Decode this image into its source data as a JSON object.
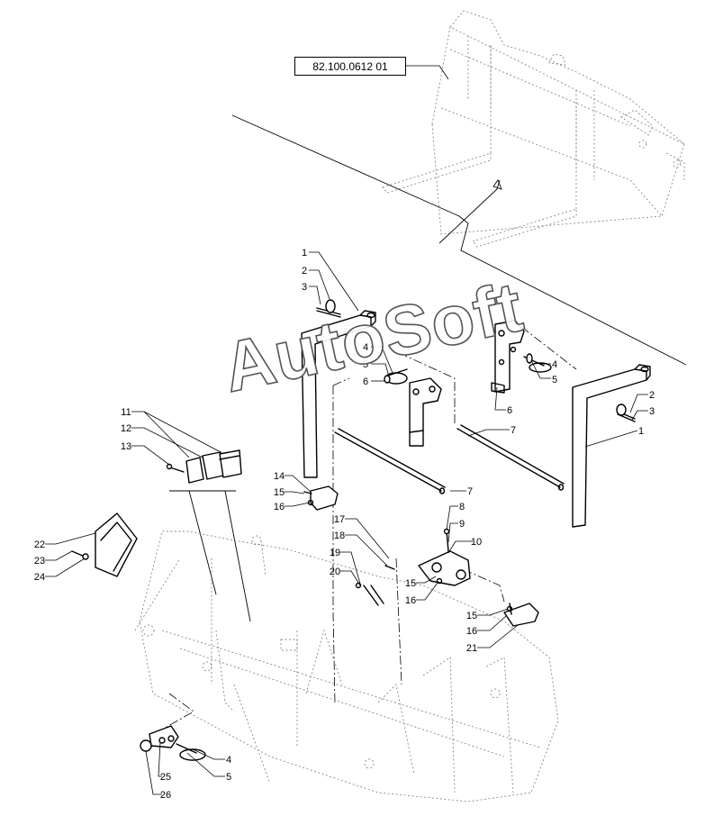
{
  "reference_code": "82.100.0612 01",
  "watermark": "AutoSoft",
  "callouts": [
    {
      "id": "c1a",
      "label": "1"
    },
    {
      "id": "c2a",
      "label": "2"
    },
    {
      "id": "c3a",
      "label": "3"
    },
    {
      "id": "c4a",
      "label": "4"
    },
    {
      "id": "c5a",
      "label": "5"
    },
    {
      "id": "c6a",
      "label": "6"
    },
    {
      "id": "c4b",
      "label": "4"
    },
    {
      "id": "c5b",
      "label": "5"
    },
    {
      "id": "c6b",
      "label": "6"
    },
    {
      "id": "c7a",
      "label": "7"
    },
    {
      "id": "c2b",
      "label": "2"
    },
    {
      "id": "c3b",
      "label": "3"
    },
    {
      "id": "c1b",
      "label": "1"
    },
    {
      "id": "c11",
      "label": "11"
    },
    {
      "id": "c12",
      "label": "12"
    },
    {
      "id": "c13",
      "label": "13"
    },
    {
      "id": "c14",
      "label": "14"
    },
    {
      "id": "c15a",
      "label": "15"
    },
    {
      "id": "c16a",
      "label": "16"
    },
    {
      "id": "c7b",
      "label": "7"
    },
    {
      "id": "c8",
      "label": "8"
    },
    {
      "id": "c9",
      "label": "9"
    },
    {
      "id": "c10",
      "label": "10"
    },
    {
      "id": "c17",
      "label": "17"
    },
    {
      "id": "c18",
      "label": "18"
    },
    {
      "id": "c19",
      "label": "19"
    },
    {
      "id": "c20",
      "label": "20"
    },
    {
      "id": "c15b",
      "label": "15"
    },
    {
      "id": "c16b",
      "label": "16"
    },
    {
      "id": "c22",
      "label": "22"
    },
    {
      "id": "c23",
      "label": "23"
    },
    {
      "id": "c24",
      "label": "24"
    },
    {
      "id": "c15c",
      "label": "15"
    },
    {
      "id": "c16c",
      "label": "16"
    },
    {
      "id": "c21",
      "label": "21"
    },
    {
      "id": "c4c",
      "label": "4"
    },
    {
      "id": "c25",
      "label": "25"
    },
    {
      "id": "c5c",
      "label": "5"
    },
    {
      "id": "c26",
      "label": "26"
    }
  ]
}
